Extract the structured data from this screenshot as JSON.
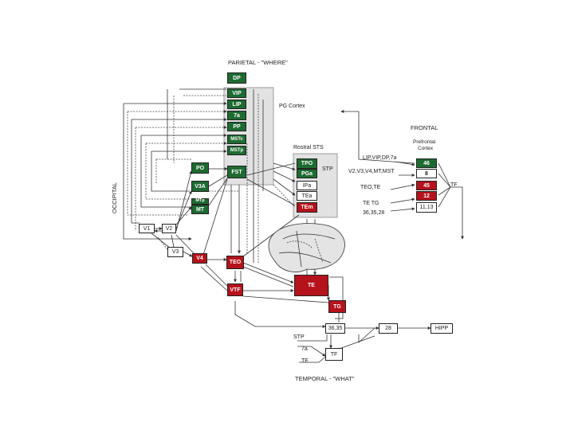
{
  "colors": {
    "green": "#1e6b32",
    "red": "#b5121b",
    "white": "#ffffff",
    "line": "#333333",
    "shade": "#dddddd"
  },
  "labels": {
    "parietal": "PARIETAL - \"WHERE\"",
    "pg_cortex": "PG Cortex",
    "frontal": "FRONTAL",
    "prefrontal_line1": "Prefrontal",
    "prefrontal_line2": "Cortex",
    "rostral_sts": "Rostral STS",
    "stp": "STP",
    "occipital": "OCCIPITAL",
    "temporal": "TEMPORAL - \"WHAT\"",
    "in_lip": "LIP,VIP,DP,7a",
    "in_v2": "V2,V3,V4,MT,MST",
    "in_teo": "TEO,TE",
    "in_te_tg": "TE TG",
    "in_36": "36,35,28",
    "tf_right": "TF",
    "stp_bottom": "STP",
    "seven_a_bottom": "7a",
    "te_bottom": "TE"
  },
  "areas": {
    "dp": "DP",
    "vip": "VIP",
    "lip": "LIP",
    "7a": "7a",
    "pp": "PP",
    "mstc": "MSTc",
    "mstp": "MSTp",
    "po": "PO",
    "v3a": "V3A",
    "mtp": "MTp",
    "mt": "MT",
    "fst": "FST",
    "tpo": "TPO",
    "pga": "PGa",
    "ipa": "IPa",
    "tea": "TEa",
    "tem": "TEm",
    "v1": "V1",
    "v2": "V2",
    "v3": "V3",
    "v4": "V4",
    "teo": "TEO",
    "vtf": "VTF",
    "te": "TE",
    "tg": "TG",
    "a46": "46",
    "a8": "8",
    "a45": "45",
    "a12": "12",
    "a11": "11,13",
    "a3635": "36,35",
    "a28": "28",
    "hipp": "HIPP",
    "tf": "TF"
  }
}
